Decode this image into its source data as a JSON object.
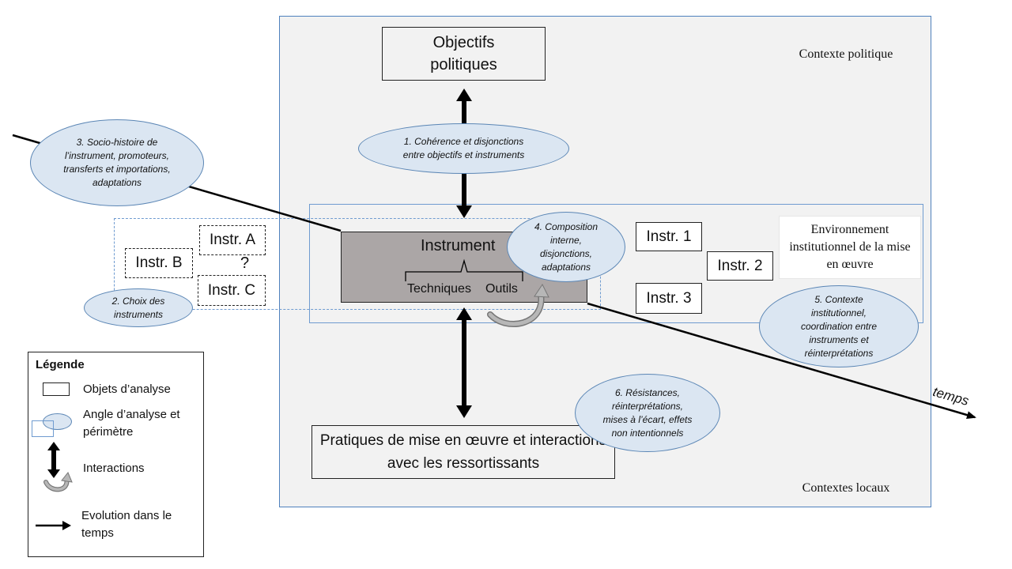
{
  "labels": {
    "objectifs": "Objectifs politiques",
    "contexte_politique": "Contexte politique",
    "contextes_locaux": "Contextes locaux",
    "instrument": "Instrument",
    "techniques": "Techniques",
    "outils": "Outils",
    "pratiques": "Pratiques de mise en œuvre et interactions avec les ressortissants",
    "environnement": "Environnement institutionnel de la mise en œuvre",
    "instr_1": "Instr. 1",
    "instr_2": "Instr. 2",
    "instr_3": "Instr. 3",
    "instr_a": "Instr. A",
    "instr_b": "Instr. B",
    "instr_c": "Instr. C",
    "question_mark": "?",
    "temps": "temps"
  },
  "angles": {
    "a1": "1. Cohérence et disjonctions entre objectifs et instruments",
    "a2": "2. Choix des instruments",
    "a3": "3. Socio-histoire de l’instrument, promoteurs, transferts et importations, adaptations",
    "a4": "4. Composition interne, disjonctions, adaptations",
    "a5": "5. Contexte institutionnel, coordination entre instruments et réinterprétations",
    "a6": "6. Résistances, réinterprétations, mises à l’écart, effets non intentionnels"
  },
  "legend": {
    "title": "Légende",
    "objets": "Objets d’analyse",
    "angle": "Angle d’analyse et périmètre",
    "interactions": "Interactions",
    "evolution": "Evolution dans le temps"
  },
  "colors": {
    "context_bg": "#f2f2f2",
    "context_border": "#4f81bd",
    "ellipse_fill": "#dbe6f2",
    "instrument_fill": "#aba6a6"
  }
}
